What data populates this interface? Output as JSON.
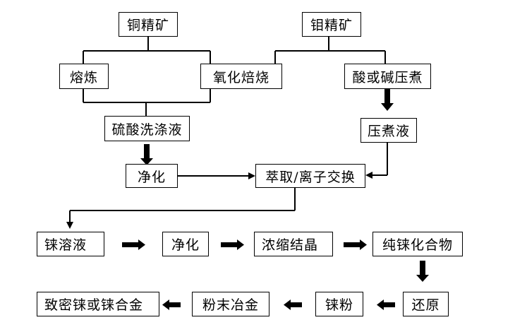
{
  "nodes": {
    "copper_concentrate": "铜精矿",
    "molybdenum_concentrate": "钼精矿",
    "smelting": "熔炼",
    "oxidation_roasting": "氧化焙烧",
    "acid_alkali_pressure_leach": "酸或碱压煮",
    "sulfuric_acid_wash": "硫酸洗涤液",
    "pressure_leach_solution": "压煮液",
    "purification_1": "净化",
    "extraction_ion_exchange": "萃取/离子交换",
    "rhenium_solution": "铼溶液",
    "purification_2": "净化",
    "concentration_crystallization": "浓缩结晶",
    "pure_rhenium_compound": "纯铼化合物",
    "reduction": "还原",
    "rhenium_powder": "铼粉",
    "powder_metallurgy": "粉末冶金",
    "dense_rhenium_alloy": "致密铼或铼合金"
  }
}
